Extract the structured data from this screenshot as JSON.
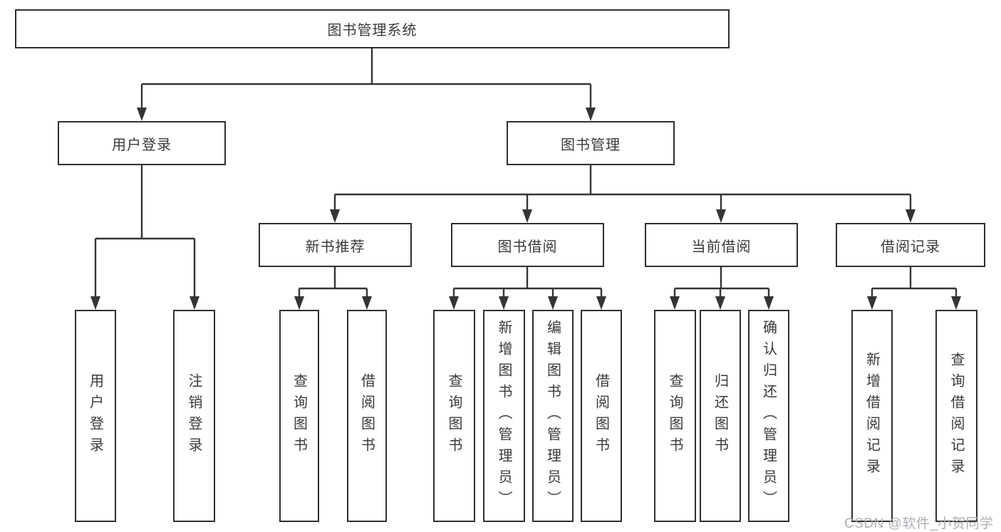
{
  "diagram": {
    "title_node": {
      "label": "图书管理系统"
    },
    "level2": {
      "user_login": {
        "label": "用户登录"
      },
      "book_mgmt": {
        "label": "图书管理"
      }
    },
    "level3": {
      "new_book_rec": {
        "label": "新书推荐"
      },
      "book_borrow": {
        "label": "图书借阅"
      },
      "current_borrow": {
        "label": "当前借阅"
      },
      "borrow_records": {
        "label": "借阅记录"
      }
    },
    "leaves": {
      "user_login_leaf": {
        "label": "用户登录"
      },
      "logout_leaf": {
        "label": "注销登录"
      },
      "rec_query_book": {
        "label": "查询图书"
      },
      "rec_borrow_book": {
        "label": "借阅图书"
      },
      "bb_query_book": {
        "label": "查询图书"
      },
      "bb_add_book": {
        "label": "新增图书（管理员）"
      },
      "bb_edit_book": {
        "label": "编辑图书（管理员）"
      },
      "bb_borrow_book": {
        "label": "借阅图书"
      },
      "cb_query_book": {
        "label": "查询图书"
      },
      "cb_return_book": {
        "label": "归还图书"
      },
      "cb_confirm_return": {
        "label": "确认归还（管理员）"
      },
      "br_add_record": {
        "label": "新增借阅记录"
      },
      "br_query_record": {
        "label": "查询借阅记录"
      }
    },
    "watermark": "CSDN @软件_小贺同学",
    "colors": {
      "box_border": "#2f2f2f",
      "connector": "#343434",
      "text": "#3a3a3a",
      "watermark": "#aeaeb6",
      "background": "#ffffff"
    }
  }
}
